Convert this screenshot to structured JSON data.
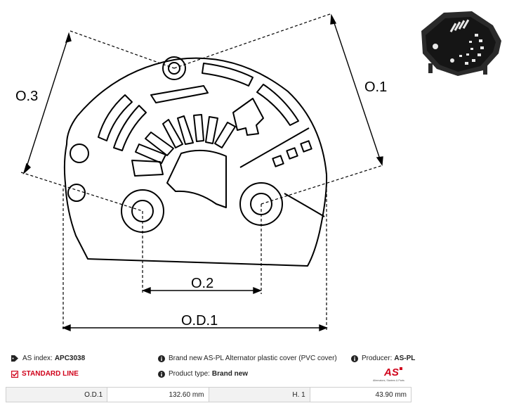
{
  "drawing": {
    "labels": {
      "o3": "O.3",
      "o1": "O.1",
      "o2": "O.2",
      "od1": "O.D.1"
    }
  },
  "info": {
    "as_index_label": "AS index:",
    "as_index_value": "APC3038",
    "description": "Brand new AS-PL Alternator plastic cover (PVC cover)",
    "producer_label": "Producer:",
    "producer_value": "AS-PL",
    "line": "STANDARD LINE",
    "product_type_label": "Product type:",
    "product_type_value": "Brand new"
  },
  "logo": {
    "mark": "AS",
    "tagline": "Alternators, Starters & Parts"
  },
  "specs": [
    {
      "label": "O.D.1",
      "value": "132.60 mm"
    },
    {
      "label": "H. 1",
      "value": "43.90 mm"
    }
  ],
  "colors": {
    "accent_red": "#d0021b",
    "line": "#000000",
    "table_label_bg": "#f2f2f2"
  },
  "icons": [
    "tag-icon",
    "info-icon",
    "checkbox-icon"
  ]
}
